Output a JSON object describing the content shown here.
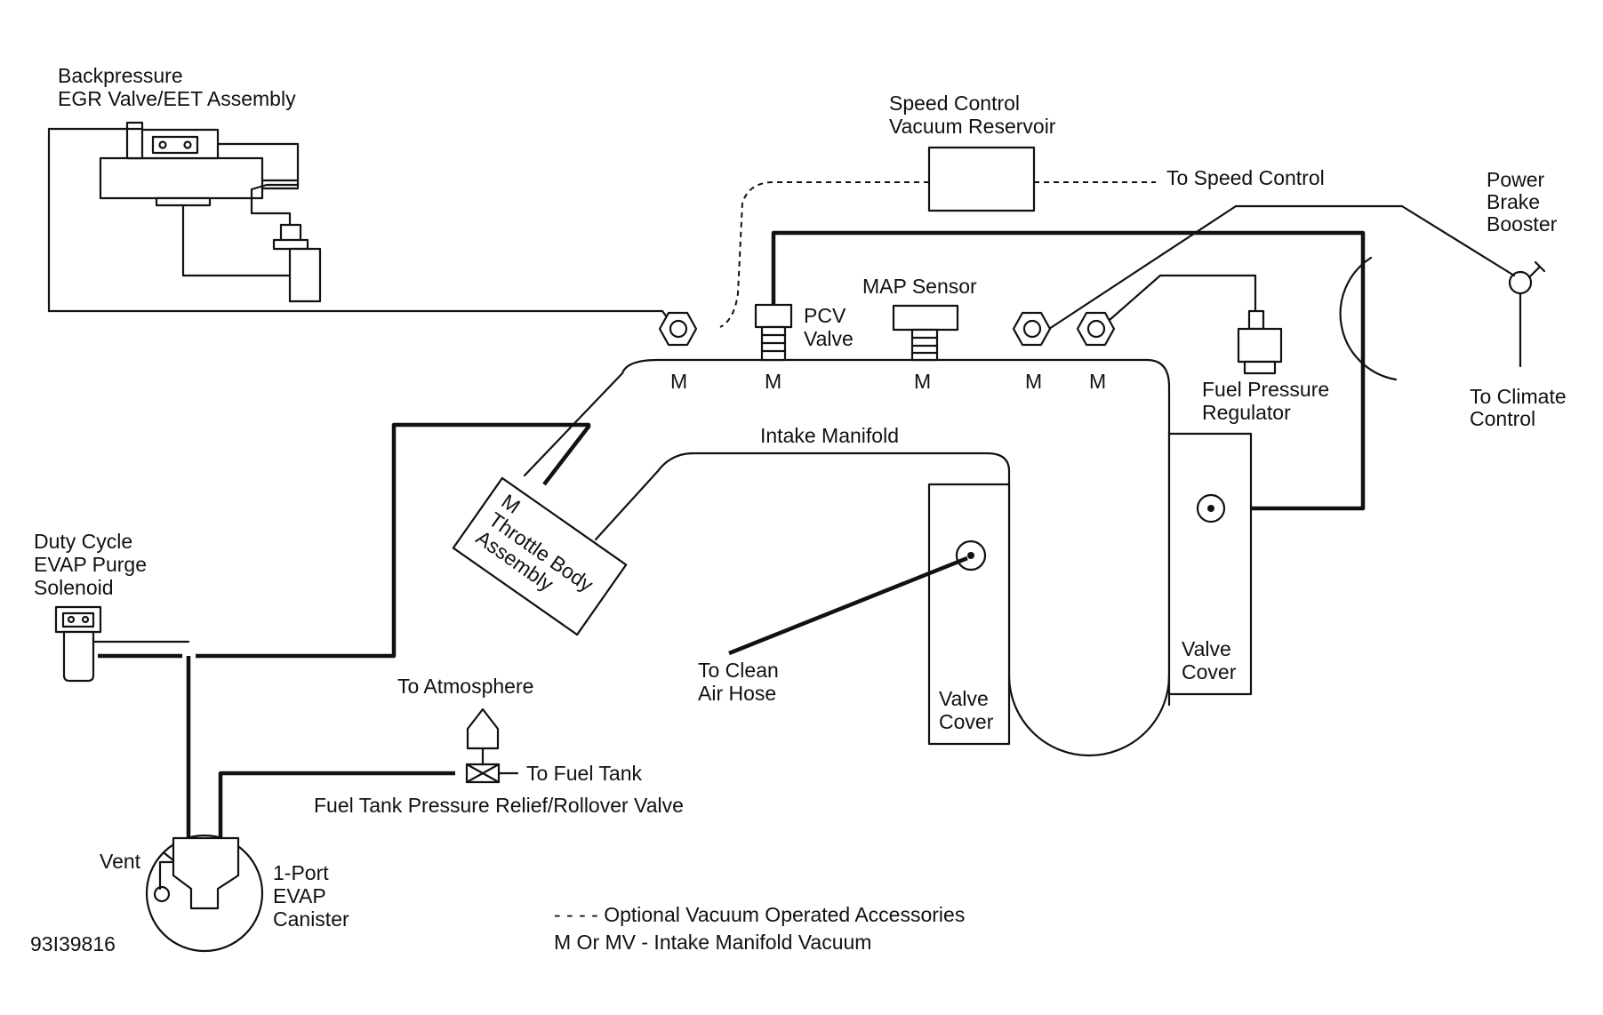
{
  "labels": {
    "egr_line1": "Backpressure",
    "egr_line2": "EGR Valve/EET Assembly",
    "speed_reservoir_line1": "Speed Control",
    "speed_reservoir_line2": "Vacuum Reservoir",
    "to_speed_control": "To Speed Control",
    "power_brake_line1": "Power",
    "power_brake_line2": "Brake",
    "power_brake_line3": "Booster",
    "pcv_line1": "PCV",
    "pcv_line2": "Valve",
    "map_sensor": "MAP Sensor",
    "fuel_pressure_line1": "Fuel Pressure",
    "fuel_pressure_line2": "Regulator",
    "to_climate_line1": "To Climate",
    "to_climate_line2": "Control",
    "intake_manifold": "Intake Manifold",
    "throttle_m": "M",
    "throttle_line1": "Throttle Body",
    "throttle_line2": "Assembly",
    "duty_cycle_line1": "Duty Cycle",
    "duty_cycle_line2": "EVAP Purge",
    "duty_cycle_line3": "Solenoid",
    "to_clean_line1": "To Clean",
    "to_clean_line2": "Air Hose",
    "valve_cover_left_line1": "Valve",
    "valve_cover_left_line2": "Cover",
    "valve_cover_right_line1": "Valve",
    "valve_cover_right_line2": "Cover",
    "to_atmosphere": "To Atmosphere",
    "to_fuel_tank": "To Fuel Tank",
    "rollover_valve": "Fuel Tank Pressure Relief/Rollover Valve",
    "vent": "Vent",
    "canister_line1": "1-Port",
    "canister_line2": "EVAP",
    "canister_line3": "Canister",
    "figure_id": "93I39816"
  },
  "port_marker": "M",
  "legend": {
    "optional": "- - - - Optional Vacuum Operated Accessories",
    "manifold_vacuum": "M Or MV - Intake Manifold Vacuum"
  }
}
